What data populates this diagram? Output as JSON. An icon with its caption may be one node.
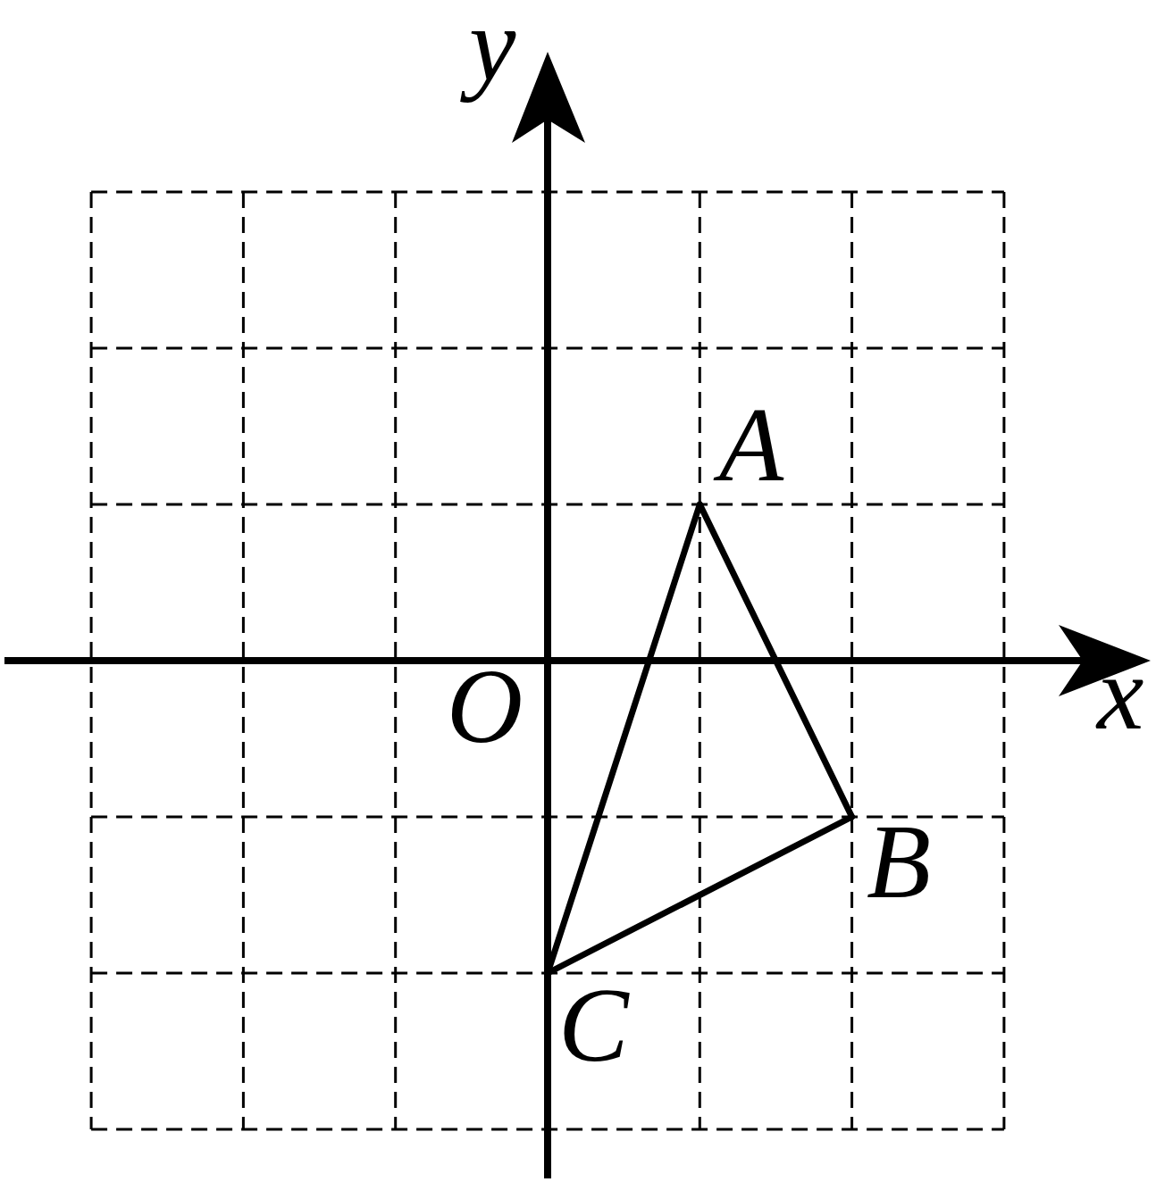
{
  "diagram": {
    "nodes": [
      {
        "text": [
          "A"
        ]
      },
      {
        "text": [
          "B"
        ]
      },
      {
        "text": [
          "C"
        ]
      }
    ],
    "edges": [
      {
        "from": 0,
        "to": 1,
        "arrow": "none"
      },
      {
        "from": 1,
        "to": 2,
        "arrow": "none"
      },
      {
        "from": 2,
        "to": 0,
        "arrow": "none"
      }
    ],
    "labels": [
      "y",
      "x",
      "O"
    ]
  }
}
